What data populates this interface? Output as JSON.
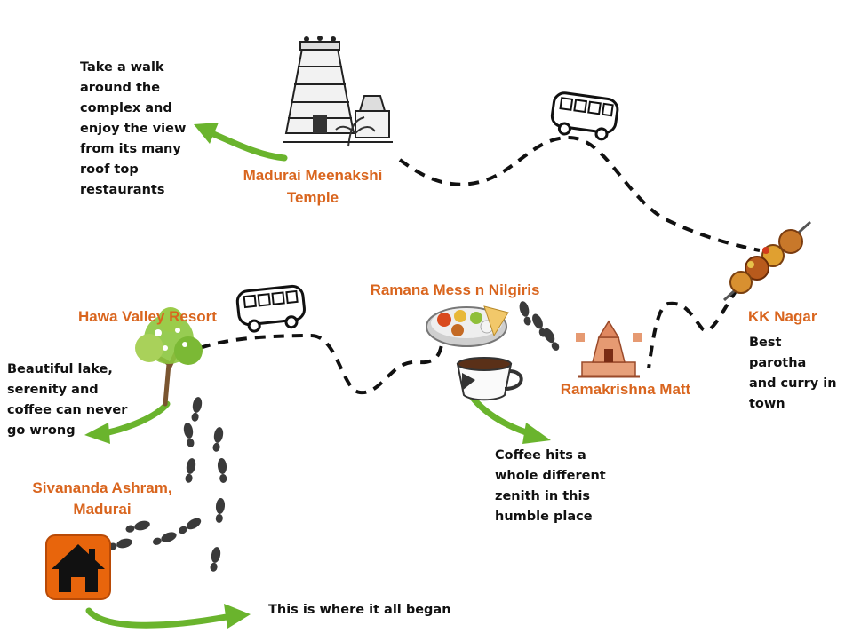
{
  "places": {
    "temple": [
      "Madurai Meenakshi",
      "Temple"
    ],
    "hawa": "Hawa Valley Resort",
    "ramana": "Ramana Mess n Nilgiris",
    "matt": "Ramakrishna Matt",
    "kk": "KK Nagar",
    "sivananda": [
      "Sivananda Ashram,",
      "Madurai"
    ]
  },
  "notes": {
    "temple": [
      "Take a walk",
      "around the",
      "complex and",
      "enjoy the view",
      "from its many",
      "roof top",
      "restaurants"
    ],
    "hawa": [
      "Beautiful  lake,",
      "serenity and",
      "coffee can never",
      "go wrong"
    ],
    "coffee": [
      "Coffee hits a",
      "whole different",
      "zenith in this",
      "humble place"
    ],
    "kk": [
      "Best",
      "parotha",
      "and curry in",
      "town"
    ],
    "home": "This is where it all began"
  },
  "colors": {
    "place_text": "#d9651e",
    "arrow": "#6ab42d",
    "home_icon": "#e8650c",
    "path": "#111111"
  },
  "icons": [
    "temple-icon",
    "bus-icon",
    "kebab-icon",
    "tree-icon",
    "thali-icon",
    "coffee-cup-icon",
    "temple-matt-icon",
    "footprints-icon",
    "home-icon"
  ]
}
